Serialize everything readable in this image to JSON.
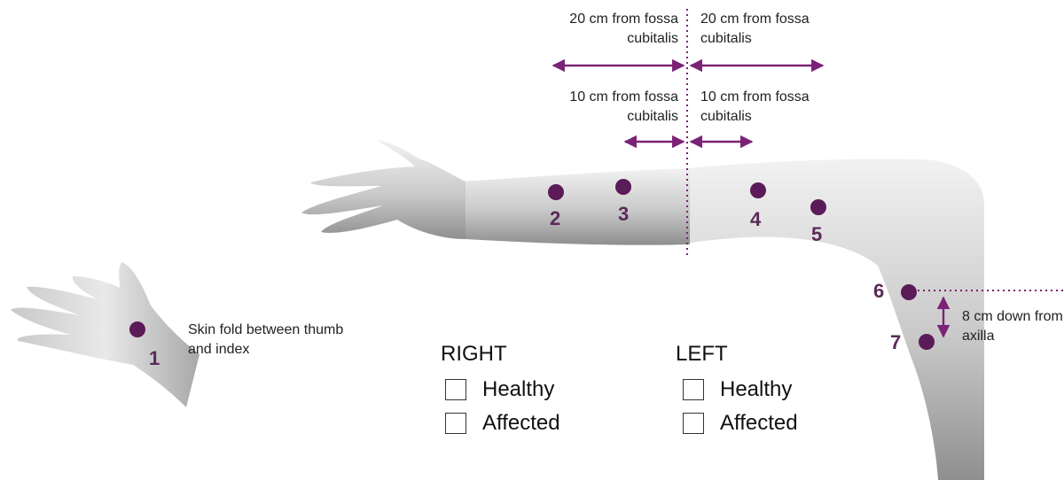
{
  "colors": {
    "accent": "#7b2277",
    "marker": "#5b1a58",
    "skin_light": "#e6e6e6",
    "skin_dark": "#a9a9a9"
  },
  "labels": {
    "dist20_right": "20 cm from fossa cubitalis",
    "dist20_left": "20 cm from fossa cubitalis",
    "dist10_right": "10 cm from fossa cubitalis",
    "dist10_left": "10 cm from fossa cubitalis",
    "skin_fold": "Skin fold between thumb and index",
    "axilla": "8 cm down from axilla"
  },
  "points": [
    "1",
    "2",
    "3",
    "4",
    "5",
    "6",
    "7"
  ],
  "sides": [
    {
      "title": "RIGHT",
      "options": [
        {
          "label": "Healthy",
          "checked": false
        },
        {
          "label": "Affected",
          "checked": false
        }
      ]
    },
    {
      "title": "LEFT",
      "options": [
        {
          "label": "Healthy",
          "checked": false
        },
        {
          "label": "Affected",
          "checked": false
        }
      ]
    }
  ],
  "icons": [
    "checkbox-icon",
    "marker-dot-icon",
    "double-arrow-icon"
  ]
}
